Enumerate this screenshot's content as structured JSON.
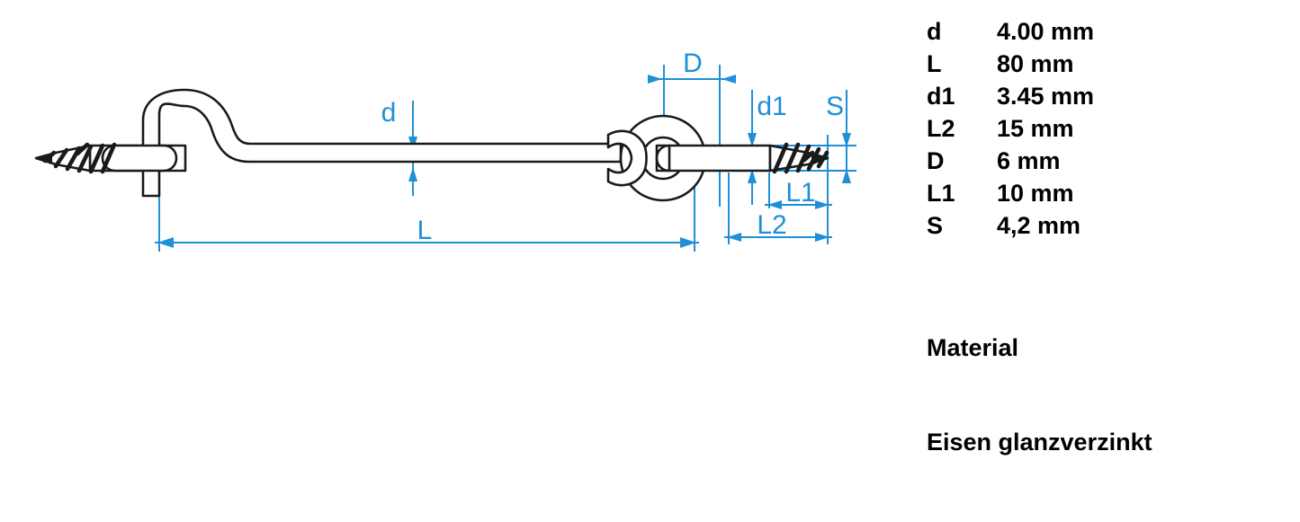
{
  "specs": {
    "rows": [
      {
        "symbol": "d",
        "value": "4.00 mm"
      },
      {
        "symbol": "L",
        "value": "80 mm"
      },
      {
        "symbol": "d1",
        "value": "3.45 mm"
      },
      {
        "symbol": "L2",
        "value": "15 mm"
      },
      {
        "symbol": "D",
        "value": "6 mm"
      },
      {
        "symbol": "L1",
        "value": "10 mm"
      },
      {
        "symbol": "S",
        "value": "4,2 mm"
      }
    ]
  },
  "material": {
    "heading": "Material",
    "value": "Eisen glanzverzinkt"
  },
  "drawing": {
    "dimension_labels": {
      "d": "d",
      "D": "D",
      "d1": "d1",
      "S": "S",
      "L": "L",
      "L1": "L1",
      "L2": "L2"
    }
  },
  "colors": {
    "dimension_blue": "#1f8fd8",
    "outline_black": "#1a1a1a",
    "background": "#ffffff",
    "text_black": "#000000"
  }
}
